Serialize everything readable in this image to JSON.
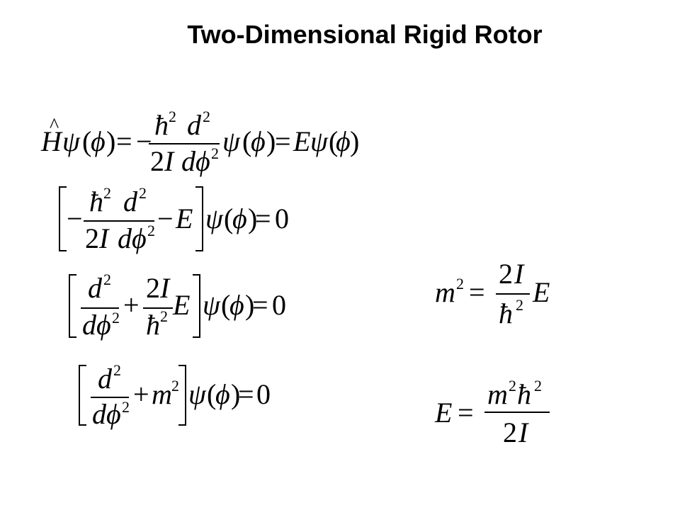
{
  "slide": {
    "title": "Two-Dimensional Rigid Rotor"
  },
  "symbols": {
    "H": "H",
    "hat": "^",
    "psi": "ψ",
    "phi": "ϕ",
    "lparen": "(",
    "rparen": ")",
    "eq": "=",
    "minus": "−",
    "plus": "+",
    "hbar": "ħ",
    "two": "2",
    "I": "I",
    "d": "d",
    "E": "E",
    "m": "m",
    "zero": "0",
    "twoI": "2I"
  }
}
